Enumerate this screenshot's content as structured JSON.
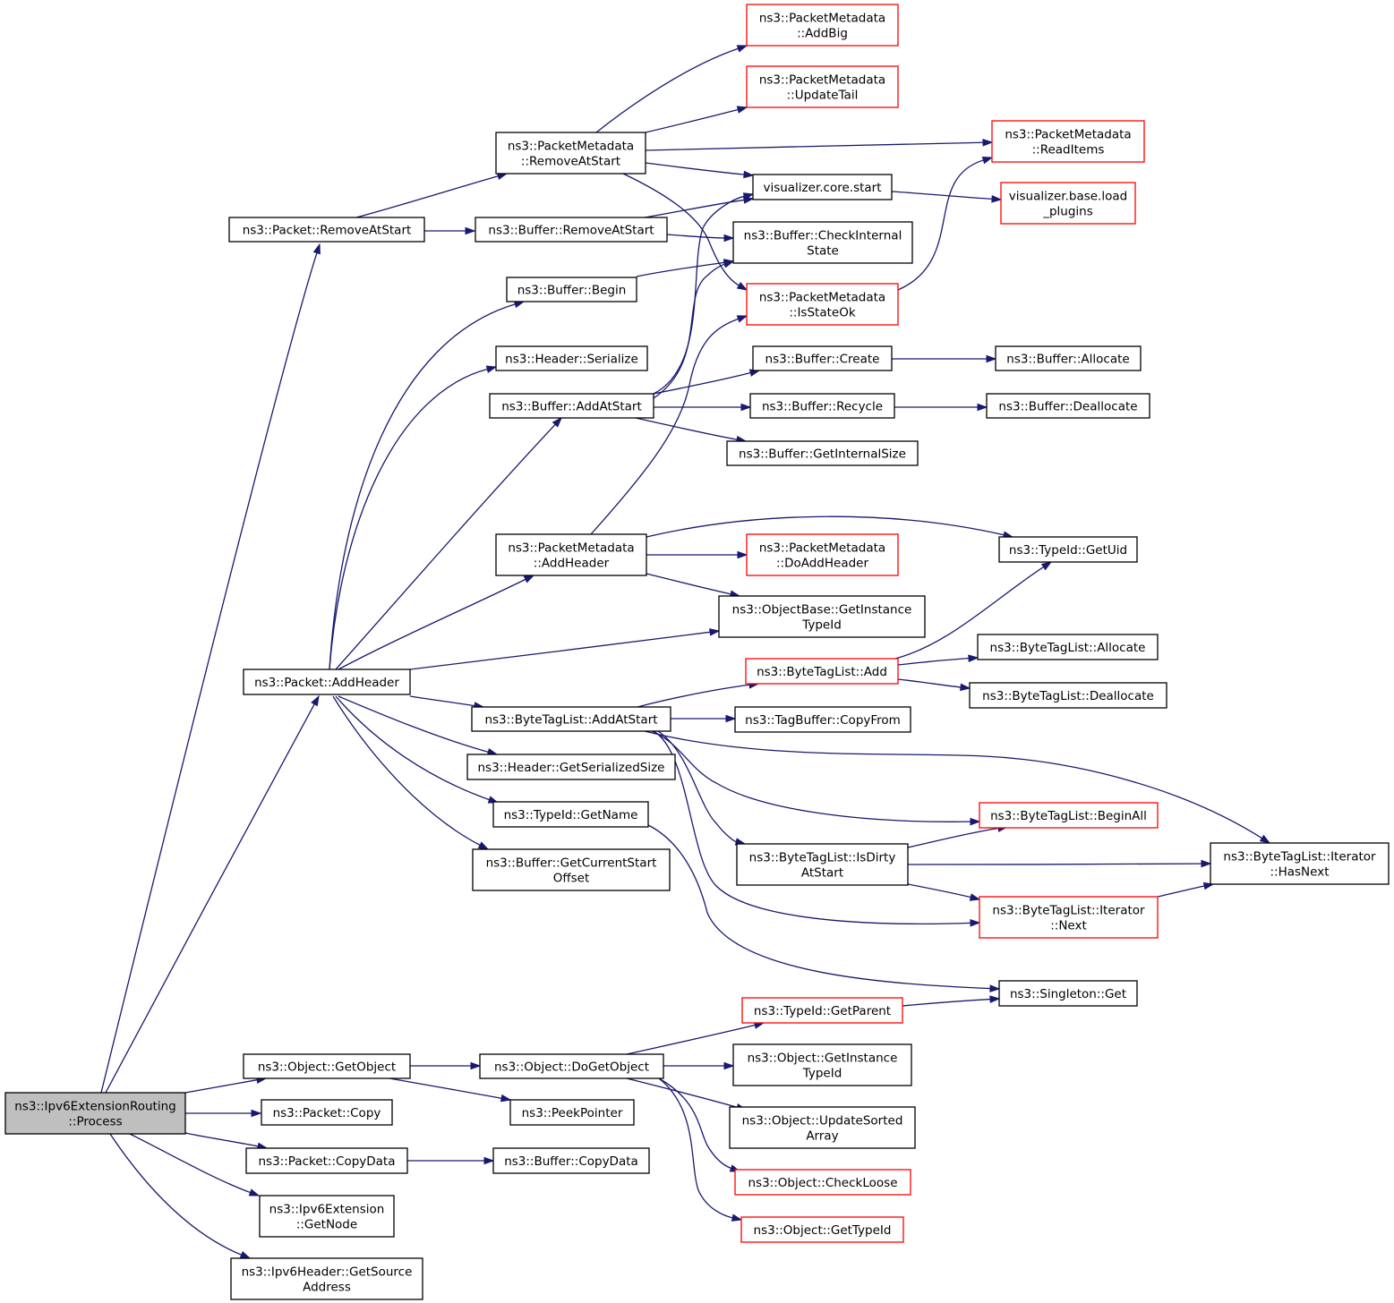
{
  "colors": {
    "edge": "#191970",
    "node_border": "#000000",
    "node_border_incomplete": "#ff0000",
    "root_fill": "#bfbfbf",
    "node_fill": "#ffffff"
  },
  "nodes": [
    {
      "id": "root",
      "lines": [
        "ns3::Ipv6ExtensionRouting",
        "::Process"
      ],
      "style": "root"
    },
    {
      "id": "pkt_removeatstart",
      "lines": [
        "ns3::Packet::RemoveAtStart"
      ]
    },
    {
      "id": "pm_removeatstart",
      "lines": [
        "ns3::PacketMetadata",
        "::RemoveAtStart"
      ]
    },
    {
      "id": "pm_addbig",
      "lines": [
        "ns3::PacketMetadata",
        "::AddBig"
      ],
      "style": "red"
    },
    {
      "id": "pm_updatetail",
      "lines": [
        "ns3::PacketMetadata",
        "::UpdateTail"
      ],
      "style": "red"
    },
    {
      "id": "pm_readitems",
      "lines": [
        "ns3::PacketMetadata",
        "::ReadItems"
      ],
      "style": "red"
    },
    {
      "id": "vis_core_start",
      "lines": [
        "visualizer.core.start"
      ]
    },
    {
      "id": "vis_base_load",
      "lines": [
        "visualizer.base.load",
        "_plugins"
      ],
      "style": "red"
    },
    {
      "id": "buf_removeatstart",
      "lines": [
        "ns3::Buffer::RemoveAtStart"
      ]
    },
    {
      "id": "buf_checkinternal",
      "lines": [
        "ns3::Buffer::CheckInternal",
        "State"
      ]
    },
    {
      "id": "buf_begin",
      "lines": [
        "ns3::Buffer::Begin"
      ]
    },
    {
      "id": "pm_isstateok",
      "lines": [
        "ns3::PacketMetadata",
        "::IsStateOk"
      ],
      "style": "red"
    },
    {
      "id": "hdr_serialize",
      "lines": [
        "ns3::Header::Serialize"
      ]
    },
    {
      "id": "buf_create",
      "lines": [
        "ns3::Buffer::Create"
      ]
    },
    {
      "id": "buf_allocate",
      "lines": [
        "ns3::Buffer::Allocate"
      ]
    },
    {
      "id": "buf_addatstart",
      "lines": [
        "ns3::Buffer::AddAtStart"
      ]
    },
    {
      "id": "buf_recycle",
      "lines": [
        "ns3::Buffer::Recycle"
      ]
    },
    {
      "id": "buf_deallocate",
      "lines": [
        "ns3::Buffer::Deallocate"
      ]
    },
    {
      "id": "buf_getinternalsize",
      "lines": [
        "ns3::Buffer::GetInternalSize"
      ]
    },
    {
      "id": "pm_addheader",
      "lines": [
        "ns3::PacketMetadata",
        "::AddHeader"
      ]
    },
    {
      "id": "pm_doaddheader",
      "lines": [
        "ns3::PacketMetadata",
        "::DoAddHeader"
      ],
      "style": "red"
    },
    {
      "id": "typeid_getuid",
      "lines": [
        "ns3::TypeId::GetUid"
      ]
    },
    {
      "id": "objbase_getinstance",
      "lines": [
        "ns3::ObjectBase::GetInstance",
        "TypeId"
      ]
    },
    {
      "id": "btl_add",
      "lines": [
        "ns3::ByteTagList::Add"
      ],
      "style": "red"
    },
    {
      "id": "btl_allocate",
      "lines": [
        "ns3::ByteTagList::Allocate"
      ]
    },
    {
      "id": "pkt_addheader",
      "lines": [
        "ns3::Packet::AddHeader"
      ]
    },
    {
      "id": "btl_deallocate",
      "lines": [
        "ns3::ByteTagList::Deallocate"
      ]
    },
    {
      "id": "btl_addatstart",
      "lines": [
        "ns3::ByteTagList::AddAtStart"
      ]
    },
    {
      "id": "tagbuf_copyfrom",
      "lines": [
        "ns3::TagBuffer::CopyFrom"
      ]
    },
    {
      "id": "hdr_getserializedsize",
      "lines": [
        "ns3::Header::GetSerializedSize"
      ]
    },
    {
      "id": "typeid_getname",
      "lines": [
        "ns3::TypeId::GetName"
      ]
    },
    {
      "id": "btl_beginall",
      "lines": [
        "ns3::ByteTagList::BeginAll"
      ],
      "style": "red"
    },
    {
      "id": "btl_isdirty",
      "lines": [
        "ns3::ByteTagList::IsDirty",
        "AtStart"
      ]
    },
    {
      "id": "btl_iter_hasnext",
      "lines": [
        "ns3::ByteTagList::Iterator",
        "::HasNext"
      ]
    },
    {
      "id": "buf_getcurrentstart",
      "lines": [
        "ns3::Buffer::GetCurrentStart",
        "Offset"
      ]
    },
    {
      "id": "btl_iter_next",
      "lines": [
        "ns3::ByteTagList::Iterator",
        "::Next"
      ],
      "style": "red"
    },
    {
      "id": "singleton_get",
      "lines": [
        "ns3::Singleton::Get"
      ]
    },
    {
      "id": "typeid_getparent",
      "lines": [
        "ns3::TypeId::GetParent"
      ],
      "style": "red"
    },
    {
      "id": "obj_getobject",
      "lines": [
        "ns3::Object::GetObject"
      ]
    },
    {
      "id": "obj_dogetobject",
      "lines": [
        "ns3::Object::DoGetObject"
      ]
    },
    {
      "id": "obj_getinstance",
      "lines": [
        "ns3::Object::GetInstance",
        "TypeId"
      ]
    },
    {
      "id": "pkt_copy",
      "lines": [
        "ns3::Packet::Copy"
      ]
    },
    {
      "id": "peekpointer",
      "lines": [
        "ns3::PeekPointer"
      ]
    },
    {
      "id": "obj_updatesorted",
      "lines": [
        "ns3::Object::UpdateSorted",
        "Array"
      ]
    },
    {
      "id": "pkt_copydata",
      "lines": [
        "ns3::Packet::CopyData"
      ]
    },
    {
      "id": "buf_copydata",
      "lines": [
        "ns3::Buffer::CopyData"
      ]
    },
    {
      "id": "obj_checkloose",
      "lines": [
        "ns3::Object::CheckLoose"
      ],
      "style": "red"
    },
    {
      "id": "ipv6ext_getnode",
      "lines": [
        "ns3::Ipv6Extension",
        "::GetNode"
      ]
    },
    {
      "id": "obj_gettypeid",
      "lines": [
        "ns3::Object::GetTypeId"
      ],
      "style": "red"
    },
    {
      "id": "ipv6hdr_getsource",
      "lines": [
        "ns3::Ipv6Header::GetSource",
        "Address"
      ]
    }
  ],
  "edges": [
    [
      "root",
      "pkt_removeatstart"
    ],
    [
      "root",
      "pkt_addheader"
    ],
    [
      "root",
      "obj_getobject"
    ],
    [
      "root",
      "pkt_copy"
    ],
    [
      "root",
      "pkt_copydata"
    ],
    [
      "root",
      "ipv6ext_getnode"
    ],
    [
      "root",
      "ipv6hdr_getsource"
    ],
    [
      "pkt_removeatstart",
      "pm_removeatstart"
    ],
    [
      "pkt_removeatstart",
      "buf_removeatstart"
    ],
    [
      "pm_removeatstart",
      "pm_addbig"
    ],
    [
      "pm_removeatstart",
      "pm_updatetail"
    ],
    [
      "pm_removeatstart",
      "pm_readitems"
    ],
    [
      "pm_removeatstart",
      "vis_core_start"
    ],
    [
      "pm_removeatstart",
      "pm_isstateok"
    ],
    [
      "vis_core_start",
      "vis_base_load"
    ],
    [
      "pm_isstateok",
      "pm_readitems"
    ],
    [
      "buf_removeatstart",
      "vis_core_start"
    ],
    [
      "buf_removeatstart",
      "buf_checkinternal"
    ],
    [
      "buf_begin",
      "buf_checkinternal"
    ],
    [
      "buf_addatstart",
      "vis_core_start"
    ],
    [
      "buf_addatstart",
      "buf_checkinternal"
    ],
    [
      "buf_addatstart",
      "buf_create"
    ],
    [
      "buf_addatstart",
      "buf_recycle"
    ],
    [
      "buf_addatstart",
      "buf_getinternalsize"
    ],
    [
      "buf_create",
      "buf_allocate"
    ],
    [
      "buf_recycle",
      "buf_deallocate"
    ],
    [
      "pm_addheader",
      "pm_isstateok"
    ],
    [
      "pm_addheader",
      "typeid_getuid"
    ],
    [
      "pm_addheader",
      "pm_doaddheader"
    ],
    [
      "pm_addheader",
      "objbase_getinstance"
    ],
    [
      "pkt_addheader",
      "buf_begin"
    ],
    [
      "pkt_addheader",
      "hdr_serialize"
    ],
    [
      "pkt_addheader",
      "buf_addatstart"
    ],
    [
      "pkt_addheader",
      "pm_addheader"
    ],
    [
      "pkt_addheader",
      "objbase_getinstance"
    ],
    [
      "pkt_addheader",
      "btl_addatstart"
    ],
    [
      "pkt_addheader",
      "hdr_getserializedsize"
    ],
    [
      "pkt_addheader",
      "typeid_getname"
    ],
    [
      "pkt_addheader",
      "buf_getcurrentstart"
    ],
    [
      "btl_add",
      "typeid_getuid"
    ],
    [
      "btl_add",
      "btl_allocate"
    ],
    [
      "btl_add",
      "btl_deallocate"
    ],
    [
      "btl_addatstart",
      "btl_add"
    ],
    [
      "btl_addatstart",
      "tagbuf_copyfrom"
    ],
    [
      "btl_addatstart",
      "btl_iter_hasnext"
    ],
    [
      "btl_addatstart",
      "btl_beginall"
    ],
    [
      "btl_addatstart",
      "btl_isdirty"
    ],
    [
      "btl_addatstart",
      "btl_iter_next"
    ],
    [
      "btl_isdirty",
      "btl_beginall"
    ],
    [
      "btl_isdirty",
      "btl_iter_hasnext"
    ],
    [
      "btl_isdirty",
      "btl_iter_next"
    ],
    [
      "btl_iter_next",
      "btl_iter_hasnext"
    ],
    [
      "typeid_getname",
      "singleton_get"
    ],
    [
      "typeid_getparent",
      "singleton_get"
    ],
    [
      "obj_getobject",
      "obj_dogetobject"
    ],
    [
      "obj_getobject",
      "peekpointer"
    ],
    [
      "obj_dogetobject",
      "typeid_getparent"
    ],
    [
      "obj_dogetobject",
      "obj_getinstance"
    ],
    [
      "obj_dogetobject",
      "obj_updatesorted"
    ],
    [
      "obj_dogetobject",
      "obj_checkloose"
    ],
    [
      "obj_dogetobject",
      "obj_gettypeid"
    ],
    [
      "pkt_copydata",
      "buf_copydata"
    ]
  ]
}
